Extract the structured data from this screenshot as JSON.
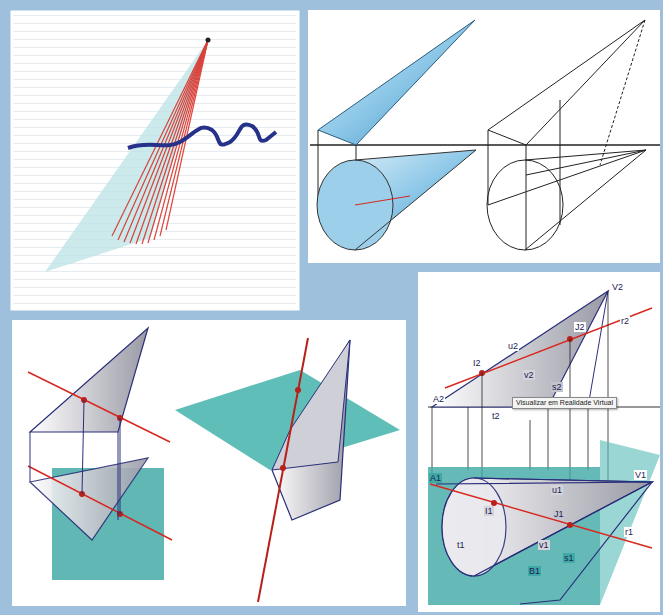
{
  "diagram": {
    "nodes": [
      {
        "text": [
          "Visualizar em Realidade Virtual"
        ]
      }
    ],
    "labels": [
      "V2",
      "J2",
      "r2",
      "u2",
      "I2",
      "v2",
      "s2",
      "A2",
      "t2",
      "A1",
      "u1",
      "V1",
      "I1",
      "J1",
      "r1",
      "t1",
      "v1",
      "s1",
      "B1"
    ]
  }
}
